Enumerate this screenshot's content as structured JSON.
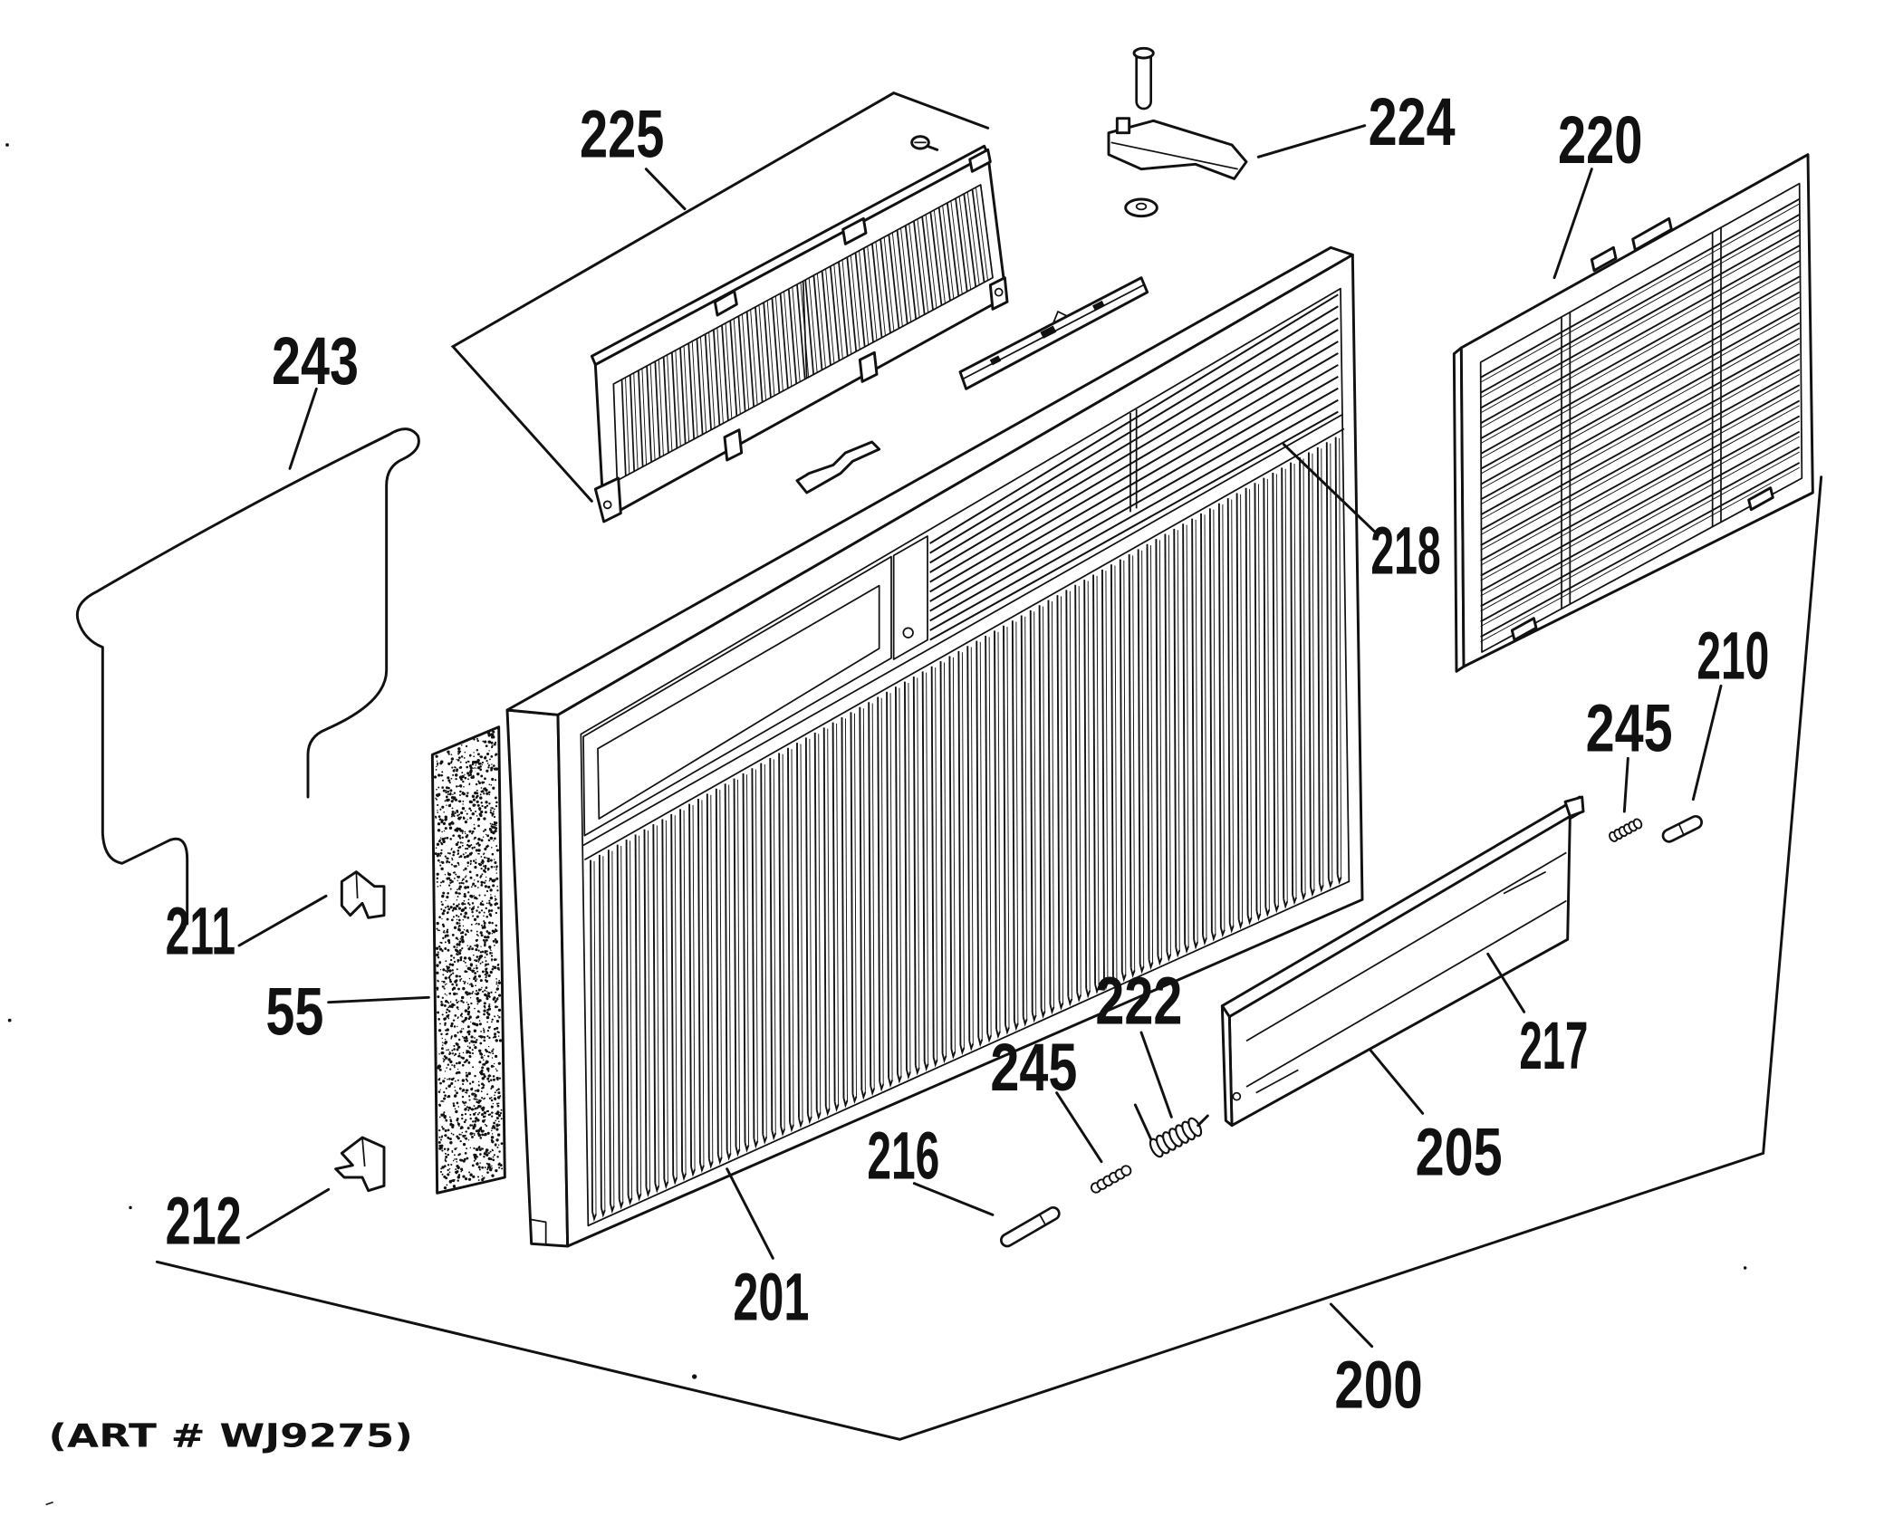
{
  "callouts": [
    {
      "text": "225"
    },
    {
      "text": "224"
    },
    {
      "text": "220"
    },
    {
      "text": "243"
    },
    {
      "text": "218"
    },
    {
      "text": "210"
    },
    {
      "text": "245"
    },
    {
      "text": "211"
    },
    {
      "text": "55"
    },
    {
      "text": "222"
    },
    {
      "text": "217"
    },
    {
      "text": "245"
    },
    {
      "text": "216"
    },
    {
      "text": "205"
    },
    {
      "text": "212"
    },
    {
      "text": "201"
    },
    {
      "text": "200"
    }
  ],
  "art_number": "(ART # WJ9275)"
}
